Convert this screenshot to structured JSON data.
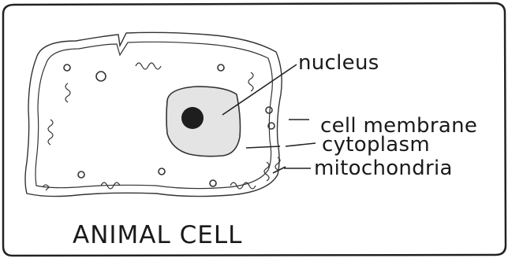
{
  "diagram": {
    "title": "ANIMAL CELL",
    "labels": {
      "nucleus": "nucleus",
      "cell_membrane": "cell membrane",
      "cytoplasm": "cytoplasm",
      "mitochondria": "mitochondria"
    }
  }
}
